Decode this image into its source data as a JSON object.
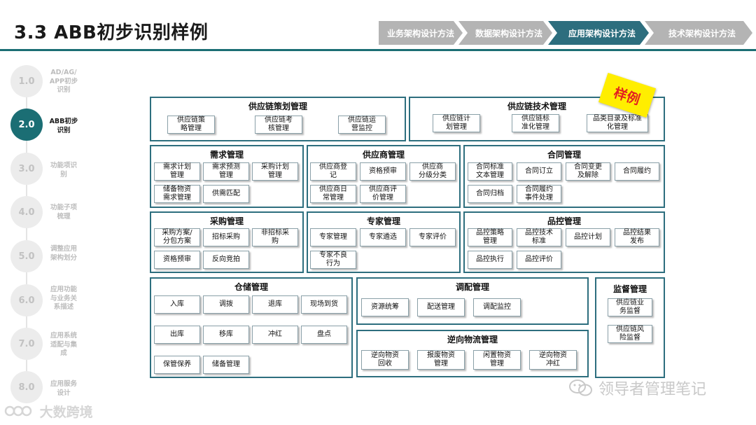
{
  "header": {
    "title": "3.3 ABB初步识别样例",
    "nav": [
      "业务架构设计方法",
      "数据架构设计方法",
      "应用架构设计方法",
      "技术架构设计方法"
    ],
    "nav_active_index": 2
  },
  "steps": [
    {
      "num": "1.0",
      "label": "AD/AG/\nAPP初步\n识别"
    },
    {
      "num": "2.0",
      "label": "ABB初步\n识别"
    },
    {
      "num": "3.0",
      "label": "功能项识\n别"
    },
    {
      "num": "4.0",
      "label": "功能子项\n梳理"
    },
    {
      "num": "5.0",
      "label": "调整应用\n架构划分"
    },
    {
      "num": "6.0",
      "label": "应用功能\n与业务关\n系描述"
    },
    {
      "num": "7.0",
      "label": "应用系统\n适配与集\n成"
    },
    {
      "num": "8.0",
      "label": "应用服务\n设计"
    }
  ],
  "active_step_index": 1,
  "stamp": "样例",
  "groups": {
    "scm_plan": {
      "title": "供应链策划管理",
      "items": [
        "供应链策\n略管理",
        "供应链考\n核管理",
        "供应链运\n营监控"
      ]
    },
    "scm_tech": {
      "title": "供应链技术管理",
      "items": [
        "供应链计\n划管理",
        "供应链标\n准化管理",
        "品类目录及标准\n化管理"
      ]
    },
    "demand": {
      "title": "需求管理",
      "items": [
        "需求计划\n管理",
        "需求预测\n管理",
        "采购计划\n管理",
        "储备物资\n需求管理",
        "供需匹配"
      ]
    },
    "supplier": {
      "title": "供应商管理",
      "items": [
        "供应商登\n记",
        "资格预审",
        "供应商\n分级分类",
        "供应商日\n常管理",
        "供应商评\n价管理"
      ]
    },
    "contract": {
      "title": "合同管理",
      "items": [
        "合同标准\n文本管理",
        "合同订立",
        "合同变更\n及解除",
        "合同履约",
        "合同归档",
        "合同履约\n事件处理"
      ]
    },
    "purchase": {
      "title": "采购管理",
      "items": [
        "采购方案/\n分包方案",
        "招标采购",
        "非招标采\n购",
        "资格预审",
        "反向竞拍"
      ]
    },
    "expert": {
      "title": "专家管理",
      "items": [
        "专家管理",
        "专家遴选",
        "专家评价",
        "专家不良\n行为"
      ]
    },
    "quality": {
      "title": "品控管理",
      "items": [
        "品控策略\n管理",
        "品控技术\n标准",
        "品控计划",
        "品控结果\n发布",
        "品控执行",
        "品控评价"
      ]
    },
    "warehouse": {
      "title": "仓储管理",
      "items": [
        "入库",
        "调拨",
        "退库",
        "现场到货",
        "出库",
        "移库",
        "冲红",
        "盘点",
        "保管保养",
        "储备管理"
      ]
    },
    "dispatch": {
      "title": "调配管理",
      "items": [
        "资源统筹",
        "配送管理",
        "调配监控"
      ]
    },
    "reverse": {
      "title": "逆向物流管理",
      "items": [
        "逆向物资\n回收",
        "报废物资\n管理",
        "闲置物资\n管理",
        "逆向物资\n冲红"
      ]
    },
    "supervise": {
      "title": "监督管理",
      "items": [
        "供应链业\n务监督",
        "供应链风\n险监督"
      ]
    }
  },
  "watermarks": {
    "right": "领导者管理笔记",
    "left": "大数跨境"
  },
  "colors": {
    "teal": "#1b6e74",
    "nav_active": "#2d6e7e",
    "nav_inactive": "#b4b4b4",
    "stamp_bg": "#ffee00",
    "stamp_text": "#e32020"
  }
}
